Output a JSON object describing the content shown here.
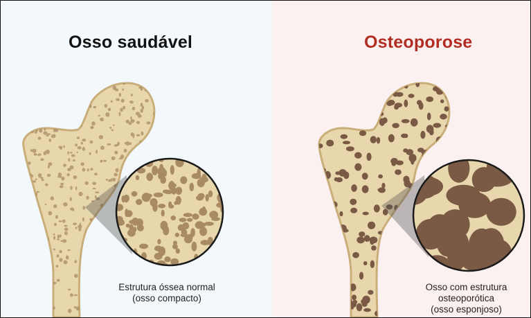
{
  "panels": {
    "healthy": {
      "title": "Osso saudável",
      "caption_line1": "Estrutura óssea normal",
      "caption_line2": "(osso compacto)",
      "bg_color": "#f2f8fb",
      "title_color": "#111111"
    },
    "osteoporosis": {
      "title": "Osteoporose",
      "caption_line1": "Osso com estrutura",
      "caption_line2": "osteoporótica",
      "caption_line3": "(osso esponjoso)",
      "bg_color": "#fcf1f1",
      "title_color": "#b22e22"
    }
  },
  "colors": {
    "bone_fill": "#e8d6ac",
    "bone_outline": "#c9ae7a",
    "trabecula_healthy": "#a88a64",
    "trabecula_osteoporotic": "#7a5a45",
    "magnifier_outline": "#1a1a1a",
    "zoom_cone": "#555555"
  }
}
